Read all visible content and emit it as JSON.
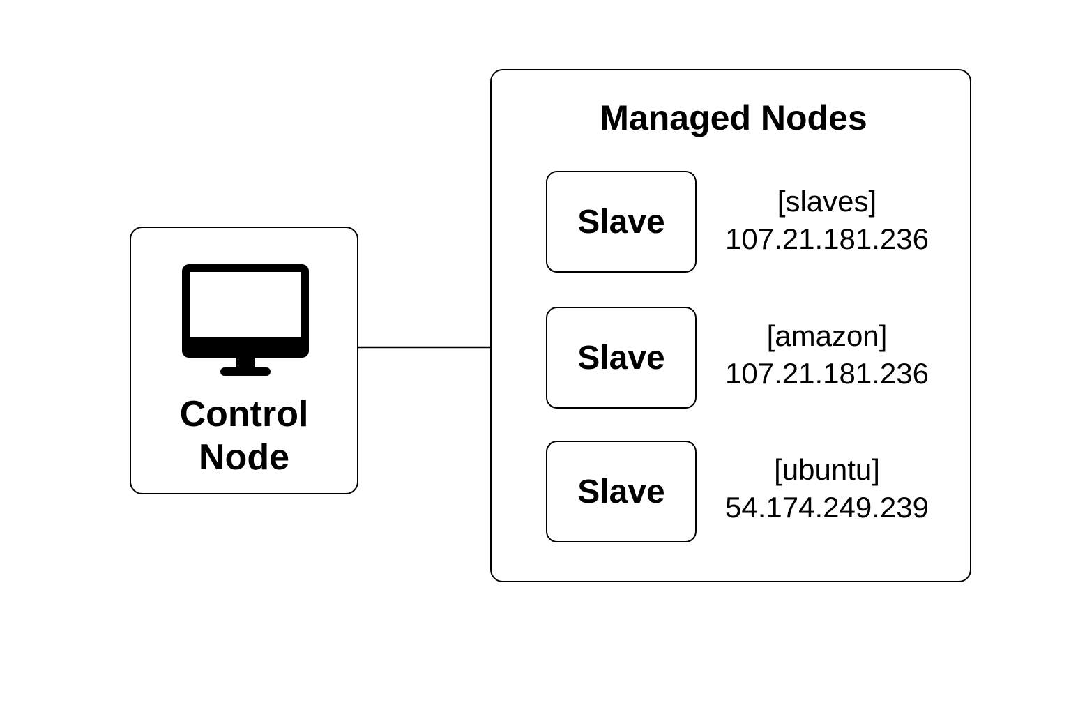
{
  "control_node": {
    "icon": "monitor-icon",
    "label_line1": "Control",
    "label_line2": "Node"
  },
  "managed_nodes": {
    "title": "Managed Nodes",
    "slaves": [
      {
        "label": "Slave",
        "group": "[slaves]",
        "ip": "107.21.181.236"
      },
      {
        "label": "Slave",
        "group": "[amazon]",
        "ip": "107.21.181.236"
      },
      {
        "label": "Slave",
        "group": "[ubuntu]",
        "ip": "54.174.249.239"
      }
    ]
  },
  "colors": {
    "stroke": "#000000",
    "background": "#ffffff"
  }
}
